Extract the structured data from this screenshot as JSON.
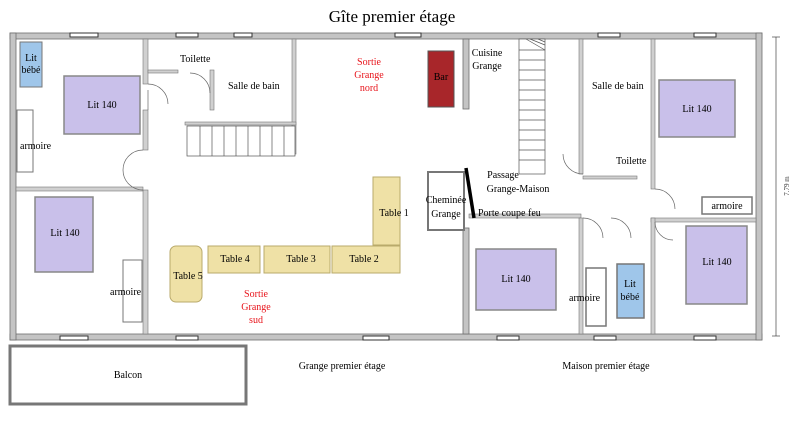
{
  "title": "Gîte premier étage",
  "labels": {
    "lit_bebe_left": [
      "Lit",
      "bébé"
    ],
    "lit140_top_left": "Lit 140",
    "armoire_left_top": "armoire",
    "lit140_bottom_left": "Lit 140",
    "armoire_left_bottom": "armoire",
    "toilette_left": "Toilette",
    "salle_de_bain_left": "Salle de bain",
    "sortie_nord": [
      "Sortie",
      "Grange",
      "nord"
    ],
    "bar": "Bar",
    "cuisine": [
      "Cuisine",
      "Grange"
    ],
    "table1": "Table 1",
    "table2": "Table 2",
    "table3": "Table 3",
    "table4": "Table 4",
    "table5": "Table 5",
    "sortie_sud": [
      "Sortie",
      "Grange",
      "sud"
    ],
    "cheminee": [
      "Cheminée",
      "Grange"
    ],
    "passage": [
      "Passage",
      "Grange-Maison"
    ],
    "porte_coupe_feu": "Porte coupe feu",
    "salle_de_bain_right": "Salle de bain",
    "toilette_right": "Toilette",
    "lit140_top_right": "Lit 140",
    "armoire_right_top": "armoire",
    "lit140_bottom_right": "Lit 140",
    "lit140_middle_right": "Lit 140",
    "armoire_right_bottom": "armoire",
    "lit_bebe_right": [
      "Lit",
      "bébé"
    ],
    "balcon": "Balcon",
    "grange_premier_etage": "Grange premier étage",
    "maison_premier_etage": "Maison  premier étage",
    "dimension": "7.79 m"
  },
  "colors": {
    "bed": "#c9c0ea",
    "bed_stroke": "#8a7bbf",
    "baby_bed": "#9fc6ea",
    "table": "#efe1a6",
    "bar": "#a8262a",
    "wall": "#c0c0c0",
    "red_text": "#e8141b"
  }
}
